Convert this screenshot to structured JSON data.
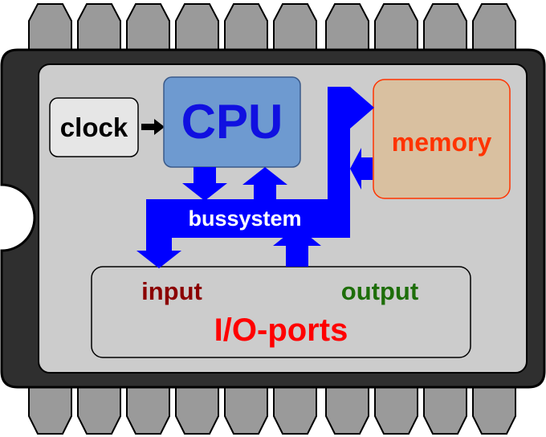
{
  "chip": {
    "clock_label": "clock",
    "cpu_label": "CPU",
    "memory_label": "memory",
    "bus_label": "bussystem",
    "input_label": "input",
    "output_label": "output",
    "ports_label": "I/O-ports"
  },
  "colors": {
    "chip_body": "#2f2f2f",
    "die": "#cccccc",
    "pin": "#9a9a9a",
    "cpu": "#6e9ad0",
    "cpu_text": "#1010e0",
    "memory": "#d9c0a0",
    "memory_text": "#ff3300",
    "bus": "#0000ff",
    "input_text": "#8b0000",
    "output_text": "#1e6e0a",
    "ports_text": "#ff0000"
  }
}
